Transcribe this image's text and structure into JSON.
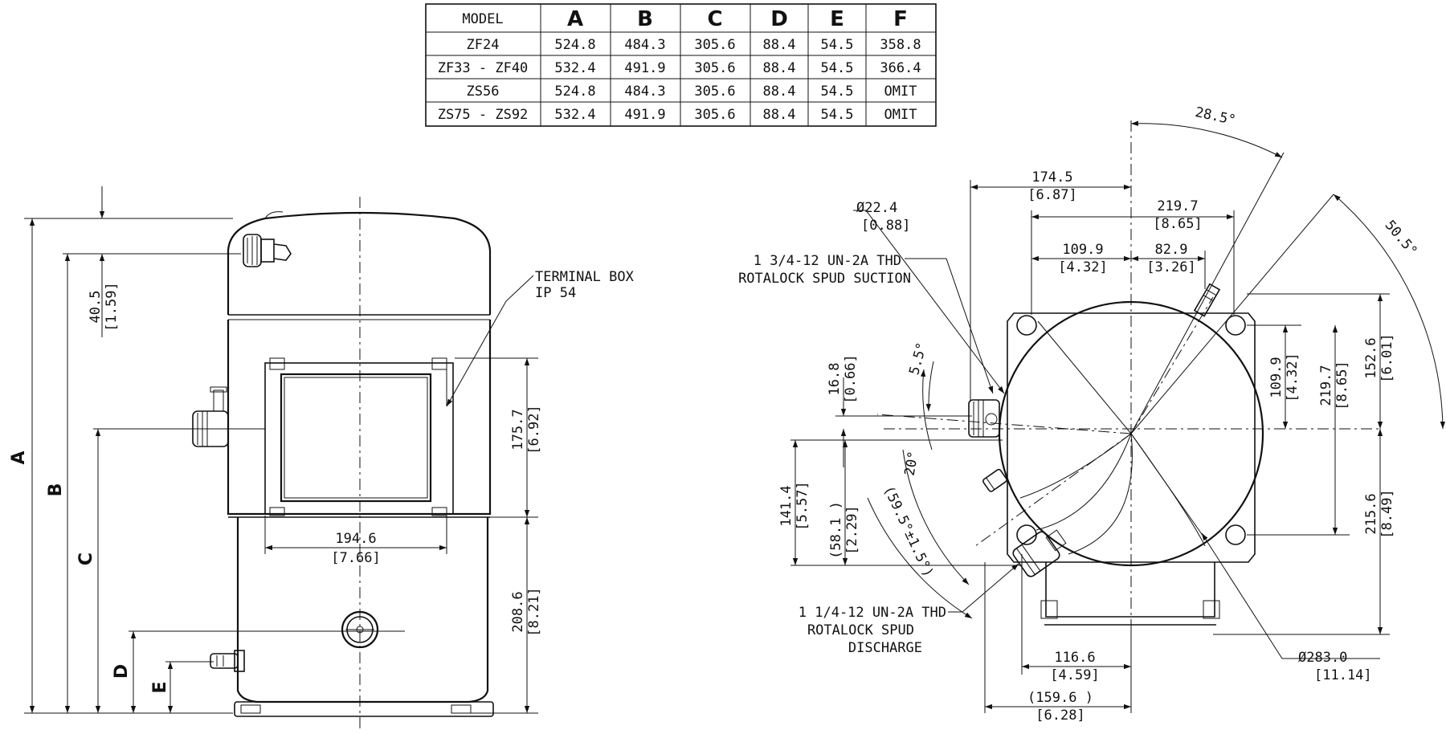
{
  "table": {
    "headers": [
      "MODEL",
      "A",
      "B",
      "C",
      "D",
      "E",
      "F"
    ],
    "rows": [
      [
        "ZF24",
        "524.8",
        "484.3",
        "305.6",
        "88.4",
        "54.5",
        "358.8"
      ],
      [
        "ZF33 - ZF40",
        "532.4",
        "491.9",
        "305.6",
        "88.4",
        "54.5",
        "366.4"
      ],
      [
        "ZS56",
        "524.8",
        "484.3",
        "305.6",
        "88.4",
        "54.5",
        "OMIT"
      ],
      [
        "ZS75 - ZS92",
        "532.4",
        "491.9",
        "305.6",
        "88.4",
        "54.5",
        "OMIT"
      ]
    ]
  },
  "side_view": {
    "terminal_box_line1": "TERMINAL BOX",
    "terminal_box_line2": "IP 54",
    "dim_40_5": "40.5",
    "dim_40_5_in": "[1.59]",
    "dim_175_7": "175.7",
    "dim_175_7_in": "[6.92]",
    "dim_194_6": "194.6",
    "dim_194_6_in": "[7.66]",
    "dim_208_6": "208.6",
    "dim_208_6_in": "[8.21]",
    "letter_a": "A",
    "letter_b": "B",
    "letter_c": "C",
    "letter_d": "D",
    "letter_e": "E"
  },
  "top_view": {
    "angle_28_5": "28.5°",
    "angle_50_5": "50.5°",
    "angle_5_5": "5.5°",
    "angle_20": "20°",
    "angle_59_5": "(59.5°±1.5°)",
    "dim_174_5": "174.5",
    "dim_174_5_in": "[6.87]",
    "dim_219_7": "219.7",
    "dim_219_7_in": "[8.65]",
    "dim_109_9": "109.9",
    "dim_109_9_in": "[4.32]",
    "dim_82_9": "82.9",
    "dim_82_9_in": "[3.26]",
    "dia_22_4": "Ø22.4",
    "dia_22_4_in": "[0.88]",
    "suction_line1": "1 3/4-12 UN-2A THD",
    "suction_line2": "ROTALOCK SPUD SUCTION",
    "discharge_line1": "1 1/4-12 UN-2A THD",
    "discharge_line2": "ROTALOCK SPUD",
    "discharge_line3": "DISCHARGE",
    "dim_16_8": "16.8",
    "dim_16_8_in": "[0.66]",
    "dim_141_4": "141.4",
    "dim_141_4_in": "[5.57]",
    "dim_58_1": "(58.1 )",
    "dim_58_1_in": "[2.29]",
    "dim_v_109_9": "109.9",
    "dim_v_109_9_in": "[4.32]",
    "dim_v_219_7": "219.7",
    "dim_v_219_7_in": "[8.65]",
    "dim_152_6": "152.6",
    "dim_152_6_in": "[6.01]",
    "dim_215_6": "215.6",
    "dim_215_6_in": "[8.49]",
    "dim_116_6": "116.6",
    "dim_116_6_in": "[4.59]",
    "dim_159_6": "(159.6 )",
    "dim_159_6_in": "[6.28]",
    "dia_283": "Ø283.0",
    "dia_283_in": "[11.14]"
  }
}
